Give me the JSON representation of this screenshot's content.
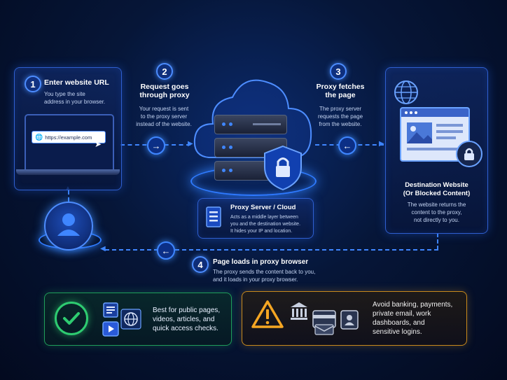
{
  "steps": [
    {
      "num": "1",
      "title": "Enter website URL",
      "desc": [
        "You type the site",
        "address in your browser."
      ]
    },
    {
      "num": "2",
      "title": [
        "Request goes",
        "through proxy"
      ],
      "desc": [
        "Your request is sent",
        "to the proxy server",
        "instead of the website."
      ]
    },
    {
      "num": "3",
      "title": [
        "Proxy fetches",
        "the page"
      ],
      "desc": [
        "The proxy server",
        "requests the page",
        "from the website."
      ]
    },
    {
      "num": "4",
      "title": "Page loads in proxy browser",
      "desc": [
        "The proxy sends the content back to you,",
        "and it loads in your proxy browser."
      ]
    }
  ],
  "laptop": {
    "url": "https://example.com"
  },
  "proxy": {
    "title": "Proxy Server / Cloud",
    "desc": [
      "Acts as a middle layer between",
      "you and the destination website.",
      "It hides your IP and location."
    ]
  },
  "destination": {
    "title": [
      "Destination Website",
      "(Or Blocked Content)"
    ],
    "desc": [
      "The website returns the",
      "content to the proxy,",
      "not directly to you."
    ]
  },
  "good": {
    "text": [
      "Best for public pages,",
      "videos, articles, and",
      "quick access checks."
    ],
    "color": "#2ecc71"
  },
  "warn": {
    "text": [
      "Avoid banking, payments,",
      "private email, work",
      "dashboards, and",
      "sensitive logins."
    ],
    "color": "#f5a623"
  },
  "colors": {
    "accent": "#3f86ff",
    "panel_border": "#2f5fd0"
  },
  "icons": [
    "globe-icon",
    "cursor-icon",
    "user-icon",
    "server-icon",
    "shield-lock-icon",
    "image-icon",
    "lock-icon",
    "check-icon",
    "warning-icon",
    "bank-icon",
    "card-icon",
    "id-badge-icon",
    "play-icon",
    "document-icon",
    "arrow-right-icon",
    "arrow-left-icon"
  ]
}
